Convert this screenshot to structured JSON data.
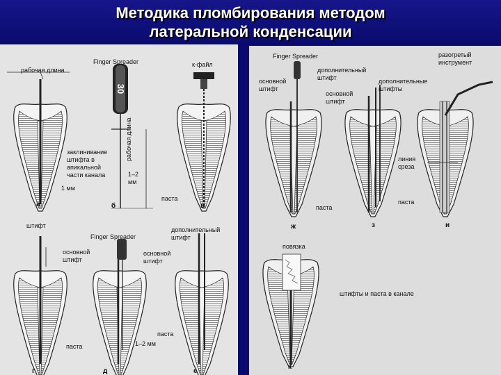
{
  "title": {
    "line1": "Методика пломбирования методом",
    "line2": "латеральной конденсации"
  },
  "left_panel": {
    "labels": {
      "working_length": "рабочая длина",
      "finger_spreader_top": "Finger Spreader",
      "k_file": "к-файл",
      "wedging_l1": "заклинивание",
      "wedging_l2": "штифта в",
      "wedging_l3": "апикальной",
      "wedging_l4": "части канала",
      "one_mm": "1 мм",
      "one_two_mm_l1": "1–2",
      "one_two_mm_l2": "мм",
      "working_length_vertical": "рабочая длина",
      "paste_v": "паста",
      "fig_a": "а",
      "fig_b": "б",
      "fig_v": "в",
      "pin": "штифт",
      "finger_spreader_bottom": "Finger Spreader",
      "additional_pin_l1": "дополнительный",
      "additional_pin_l2": "штифт",
      "main_pin_d_l1": "основной",
      "main_pin_d_l2": "штифт",
      "main_pin_e_l1": "основной",
      "main_pin_e_l2": "штифт",
      "paste_g": "паста",
      "paste_e": "паста",
      "one_two_mm_d": "1–2 мм",
      "fig_g": "г",
      "fig_d": "д",
      "fig_e": "е",
      "spreader_number": "30"
    }
  },
  "right_panel": {
    "labels": {
      "finger_spreader": "Finger Spreader",
      "main_pin_zh_l1": "основной",
      "main_pin_zh_l2": "штифт",
      "additional_pin_l1": "дополнительный",
      "additional_pin_l2": "штифт",
      "main_pin_z_l1": "основной",
      "main_pin_z_l2": "штифт",
      "additional_pins_l1": "дополнительные",
      "additional_pins_l2": "штифты",
      "heated_instrument_l1": "разогретый",
      "heated_instrument_l2": "инструмент",
      "cut_line_l1": "линия",
      "cut_line_l2": "среза",
      "paste_zh": "паста",
      "paste_z": "паста",
      "fig_zh": "ж",
      "fig_z": "з",
      "fig_i": "и",
      "bandage": "повязка",
      "pins_paste_canal": "штифты и паста в канале",
      "fig_k": "к"
    }
  }
}
